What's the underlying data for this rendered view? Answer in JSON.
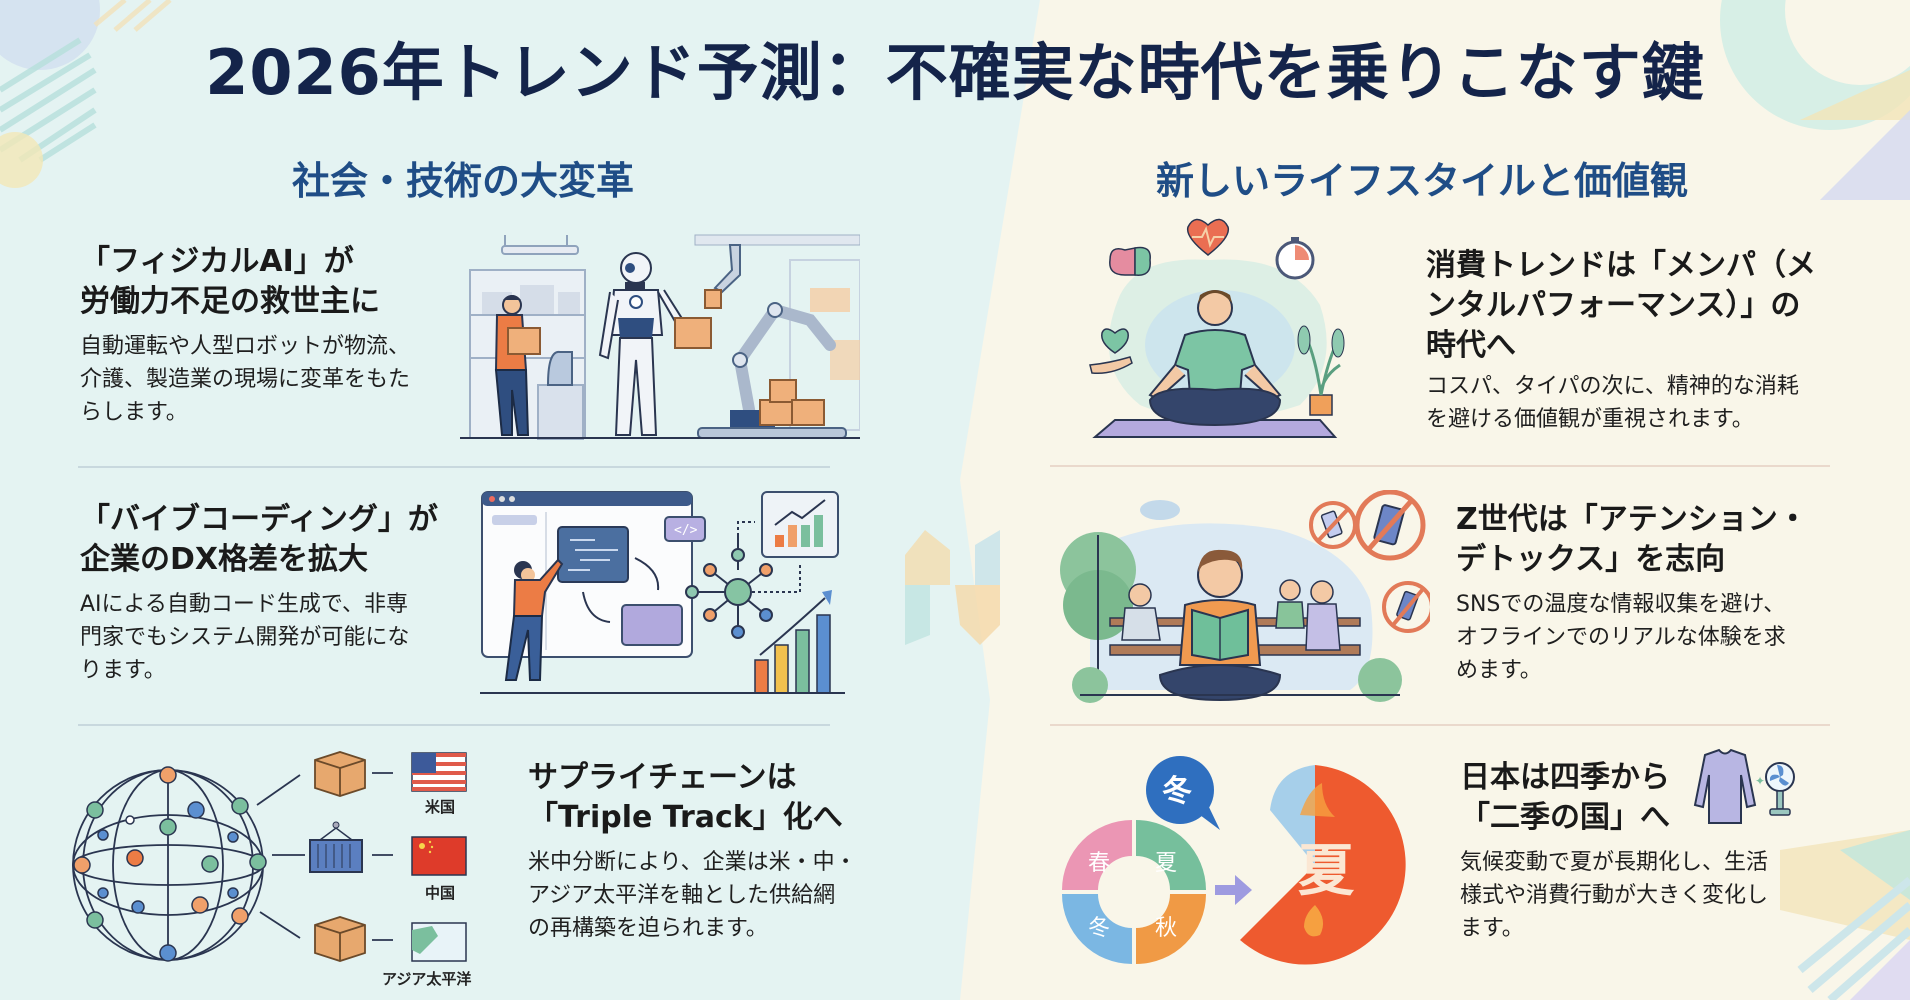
{
  "title": "2026年トレンド予測：不確実な時代を乗りこなす鍵",
  "colors": {
    "title": "#14244a",
    "section_heading": "#1f4d86",
    "left_bg": "#e4f3f2",
    "right_bg": "#f9f6e9",
    "accent_orange": "#e87a45",
    "accent_green": "#7bbf9e",
    "accent_blue": "#5b8fd0"
  },
  "left_section": {
    "heading": "社会・技術の大変革",
    "cards": [
      {
        "title_line1": "「フィジカルAI」が",
        "title_line2": "労働力不足の救世主に",
        "body_line1": "自動運転や人型ロボットが物流、",
        "body_line2": "介護、製造業の現場に変革をもた",
        "body_line3": "らします。",
        "illustration": "warehouse-robot-illustration"
      },
      {
        "title_line1": "「バイブコーディング」が",
        "title_line2": "企業のDX格差を拡大",
        "body_line1": "AIによる自動コード生成で、非専",
        "body_line2": "門家でもシステム開発が可能にな",
        "body_line3": "ります。",
        "illustration": "coding-dashboard-illustration",
        "code_tag": "</>"
      },
      {
        "title_line1": "サプライチェーンは",
        "title_line2": "「Triple Track」化へ",
        "body_line1": "米中分断により、企業は米・中・",
        "body_line2": "アジア太平洋を軸とした供給網",
        "body_line3": "の再構築を迫られます。",
        "illustration": "global-network-illustration",
        "regions": [
          "米国",
          "中国",
          "アジア太平洋"
        ]
      }
    ]
  },
  "right_section": {
    "heading": "新しいライフスタイルと価値観",
    "cards": [
      {
        "title_line1": "消費トレンドは「メンパ（メ",
        "title_line2": "ンタルパフォーマンス）」の",
        "title_line3": "時代へ",
        "body_line1": "コスパ、タイパの次に、精神的な消耗",
        "body_line2": "を避ける価値観が重視されます。",
        "illustration": "meditation-illustration"
      },
      {
        "title_line1": "Z世代は「アテンション・",
        "title_line2": "デトックス」を志向",
        "body_line1": "SNSでの温度な情報収集を避け、",
        "body_line2": "オフラインでのリアルな体験を求",
        "body_line3": "めます。",
        "illustration": "park-reading-illustration"
      },
      {
        "title_line1": "日本は四季から",
        "title_line2": "「二季の国」へ",
        "body_line1": "気候変動で夏が長期化し、生活",
        "body_line2": "様式や消費行動が大きく変化し",
        "body_line3": "ます。",
        "illustration": "seasons-chart-illustration",
        "seasons": [
          "春",
          "夏",
          "冬",
          "秋"
        ],
        "winter_bubble": "冬",
        "summer_big": "夏"
      }
    ]
  }
}
